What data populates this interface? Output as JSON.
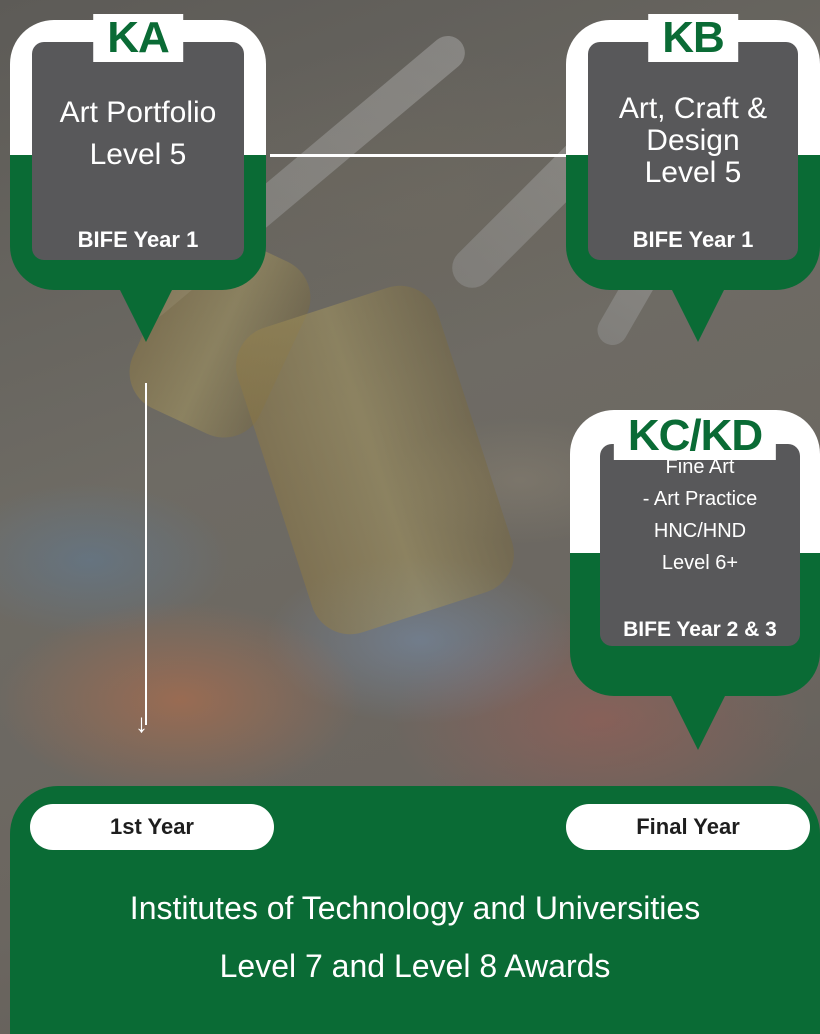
{
  "cards": [
    {
      "code": "KA",
      "title": "Art Portfolio",
      "level": "Level 5",
      "year": "BIFE Year 1"
    },
    {
      "code": "KB",
      "title_line1": "Art, Craft &",
      "title_line2": "Design",
      "level": "Level 5",
      "year": "BIFE Year 1"
    },
    {
      "code": "KC/KD",
      "line1": "Fine Art",
      "line2": "- Art Practice",
      "line3": "HNC/HND",
      "line4": "Level 6+",
      "year": "BIFE Year 2 & 3"
    }
  ],
  "bottom": {
    "first_year": "1st Year",
    "final_year": "Final Year",
    "line1": "Institutes of Technology and Universities",
    "line2": "Level 7 and Level 8 Awards"
  },
  "colors": {
    "green": "#0a6b35",
    "grey": "#58585a",
    "white": "#ffffff"
  },
  "icons": {
    "arrow": "down-arrow-icon"
  }
}
